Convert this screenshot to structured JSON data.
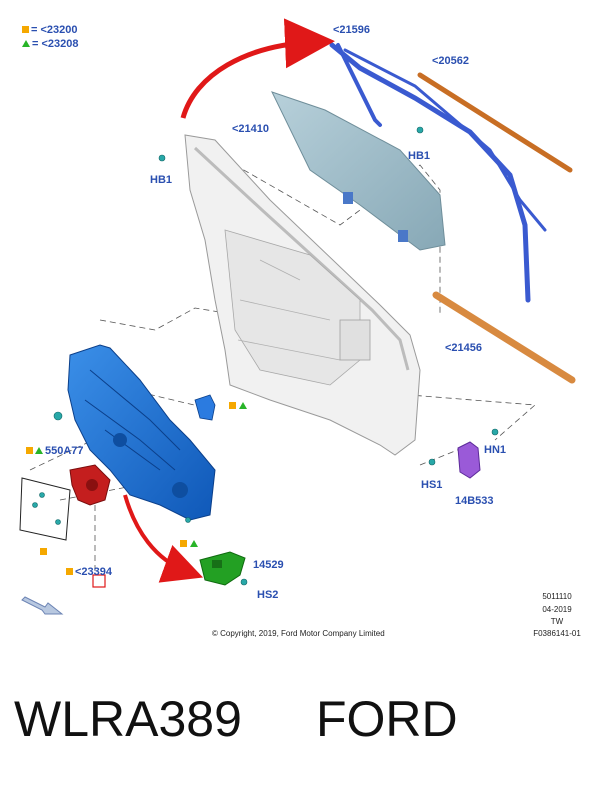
{
  "legend": [
    {
      "marker": "square",
      "color": "#f5a800",
      "text": "= <23200"
    },
    {
      "marker": "triangle",
      "color": "#28b428",
      "text": "= <23208"
    }
  ],
  "callouts": {
    "glass": "<21410",
    "run_channel": "<21596",
    "outer_belt": "<20562",
    "inner_belt": "<21456",
    "regulator": "550A77",
    "motor": "<23394",
    "latch": "14529",
    "module": "14B533",
    "bolt_hb1_left": "HB1",
    "bolt_hb1_right": "HB1",
    "bolt_hn1": "HN1",
    "bolt_hs1": "HS1",
    "bolt_hs2": "HS2"
  },
  "meta": {
    "code": "5011110",
    "date": "04-2019",
    "initials": "TW",
    "figure": "F0386141-01"
  },
  "copyright": "© Copyright, 2019, Ford Motor Company Limited",
  "footer": {
    "part_number": "WLRA389",
    "brand": "FORD"
  },
  "colors": {
    "label": "#2a4fb0",
    "arrow": "#e01818",
    "regulator": "#1e73d8",
    "motor": "#c41e1e",
    "latch": "#23a023",
    "module": "#9a5ad8",
    "belt": "#d07830",
    "channel": "#3a5ad0",
    "glass": "#9fbcc8"
  }
}
